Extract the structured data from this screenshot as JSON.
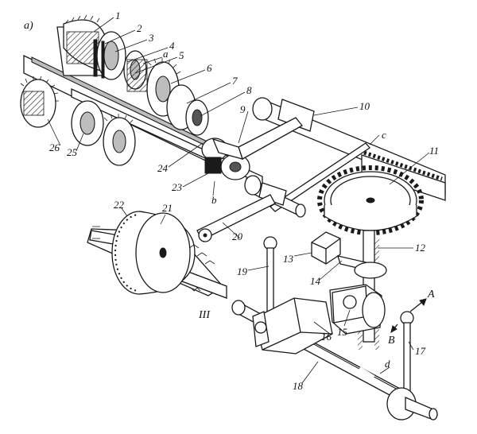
{
  "figure": {
    "panel_label": "а)"
  },
  "labels": {
    "n1": "1",
    "n2": "2",
    "n3": "3",
    "n4": "4",
    "n5": "5",
    "n6": "6",
    "n7": "7",
    "n8": "8",
    "n9": "9",
    "n10": "10",
    "n11": "11",
    "n12": "12",
    "n13": "13",
    "n14": "14",
    "n15": "15",
    "n16": "16",
    "n17": "17",
    "n18": "18",
    "n19": "19",
    "n20": "20",
    "n21": "21",
    "n22": "22",
    "n23": "23",
    "n24": "24",
    "n25": "25",
    "n26": "26",
    "a": "a",
    "b": "b",
    "c": "c",
    "d": "d",
    "A": "A",
    "B": "B",
    "III": "III"
  }
}
